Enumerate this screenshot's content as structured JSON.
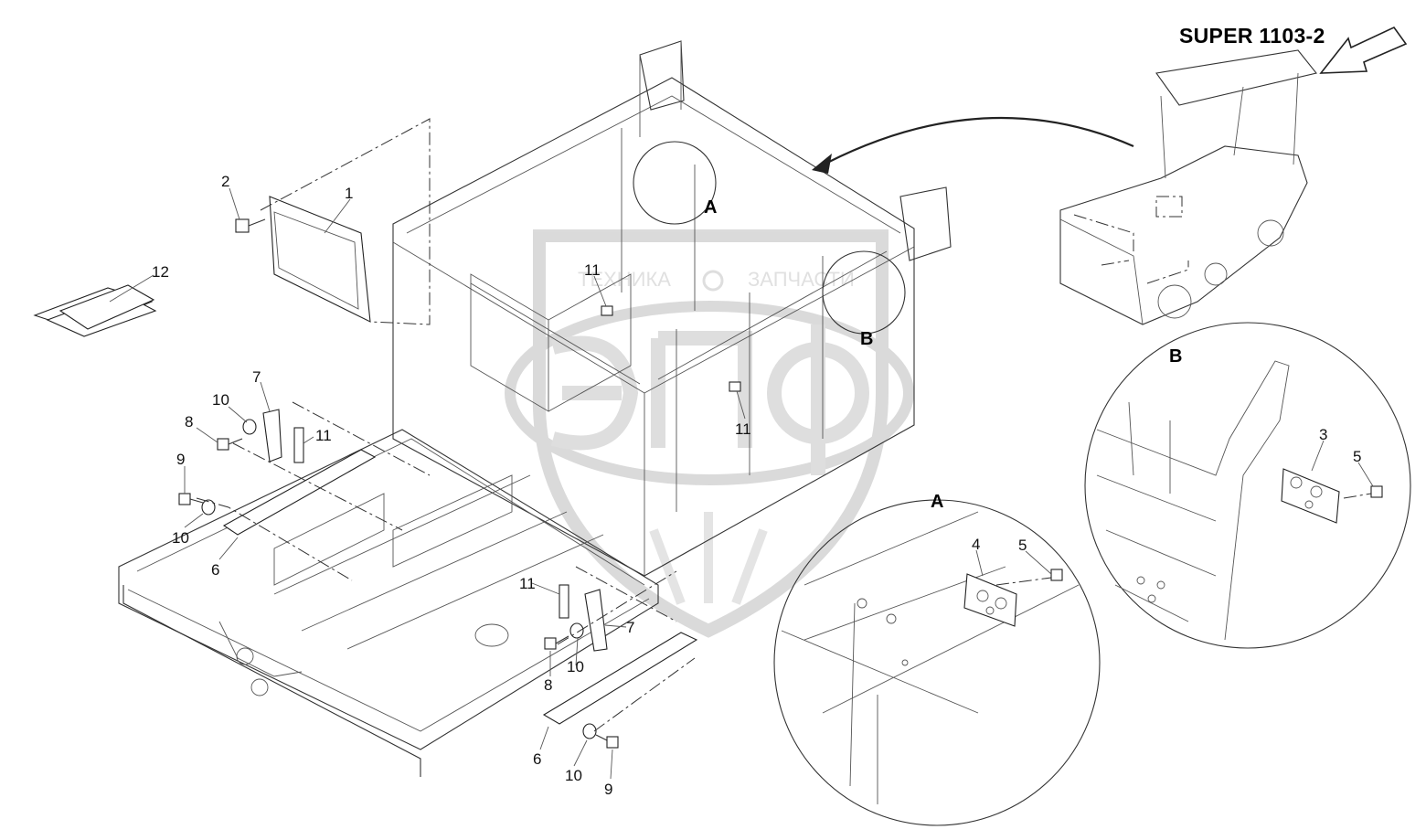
{
  "title": "SUPER 1103-2",
  "watermark": {
    "left_text": "ТЕХНИКА",
    "right_text": "ЗАПЧАСТИ",
    "logo_letters": "ЭПФ"
  },
  "detail_labels": {
    "a": "A",
    "b": "B"
  },
  "part_callouts": [
    {
      "id": "c1",
      "text": "1"
    },
    {
      "id": "c2",
      "text": "2"
    },
    {
      "id": "c12",
      "text": "12"
    },
    {
      "id": "c7a",
      "text": "7"
    },
    {
      "id": "c10a",
      "text": "10"
    },
    {
      "id": "c8a",
      "text": "8"
    },
    {
      "id": "c11a",
      "text": "11"
    },
    {
      "id": "c9a",
      "text": "9"
    },
    {
      "id": "c10b",
      "text": "10"
    },
    {
      "id": "c6a",
      "text": "6"
    },
    {
      "id": "c11b",
      "text": "11"
    },
    {
      "id": "c11c",
      "text": "11"
    },
    {
      "id": "c11d",
      "text": "11"
    },
    {
      "id": "c7b",
      "text": "7"
    },
    {
      "id": "c8b",
      "text": "8"
    },
    {
      "id": "c10c",
      "text": "10"
    },
    {
      "id": "c6b",
      "text": "6"
    },
    {
      "id": "c10d",
      "text": "10"
    },
    {
      "id": "c9b",
      "text": "9"
    },
    {
      "id": "c4",
      "text": "4"
    },
    {
      "id": "c5a",
      "text": "5"
    },
    {
      "id": "c3",
      "text": "3"
    },
    {
      "id": "c5b",
      "text": "5"
    }
  ]
}
